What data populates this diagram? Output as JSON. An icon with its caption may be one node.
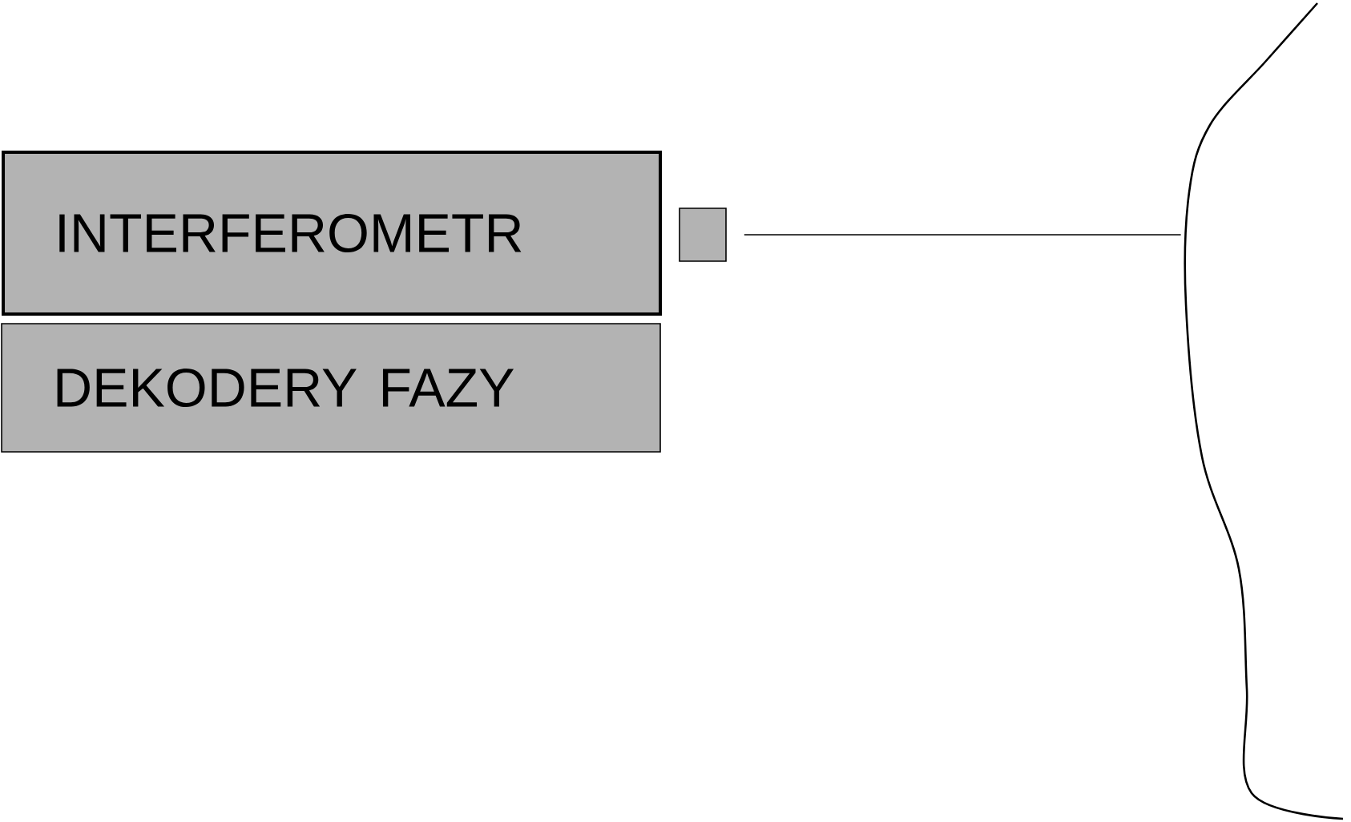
{
  "diagram": {
    "nodes": [
      {
        "text": [
          "INTERFEROMETR"
        ]
      },
      {
        "text": [
          "DEKODERY FAZY"
        ]
      },
      {
        "text": [],
        "shape": "box"
      },
      {
        "text": [],
        "shape": "curve"
      }
    ],
    "edges": [
      {
        "from": 2,
        "to": 3,
        "arrow": "none"
      }
    ]
  }
}
